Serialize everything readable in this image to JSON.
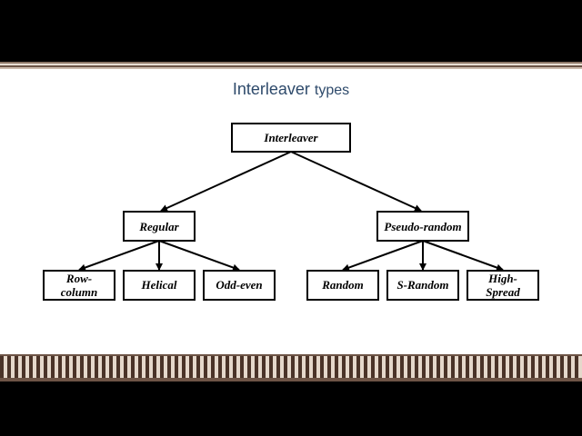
{
  "slide": {
    "title_main": "Interleaver",
    "title_rest": "types"
  },
  "diagram": {
    "root": {
      "label": "Interleaver"
    },
    "branches": [
      {
        "label": "Regular",
        "children": [
          {
            "label": "Row-column",
            "lines": [
              "Row-",
              "column"
            ]
          },
          {
            "label": "Helical",
            "lines": [
              "Helical"
            ]
          },
          {
            "label": "Odd-even",
            "lines": [
              "Odd-even"
            ]
          }
        ]
      },
      {
        "label": "Pseudo-random",
        "children": [
          {
            "label": "Random",
            "lines": [
              "Random"
            ]
          },
          {
            "label": "S-Random",
            "lines": [
              "S-Random"
            ]
          },
          {
            "label": "High-Spread",
            "lines": [
              "High-",
              "Spread"
            ]
          }
        ]
      }
    ]
  }
}
